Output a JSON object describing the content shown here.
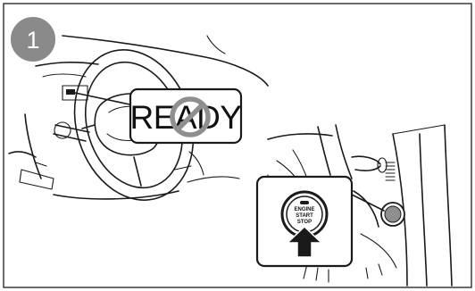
{
  "step": {
    "number": "1"
  },
  "indicator": {
    "text": "READY"
  },
  "start_button": {
    "line1": "ENGINE",
    "line2": "START",
    "line3": "STOP"
  },
  "colors": {
    "step_badge": "#8a8a8a",
    "prohibition": "#8f8f8f",
    "line": "#1a1a1a"
  },
  "icons": [
    "prohibition-icon",
    "up-arrow-icon",
    "start-stop-button-icon"
  ]
}
